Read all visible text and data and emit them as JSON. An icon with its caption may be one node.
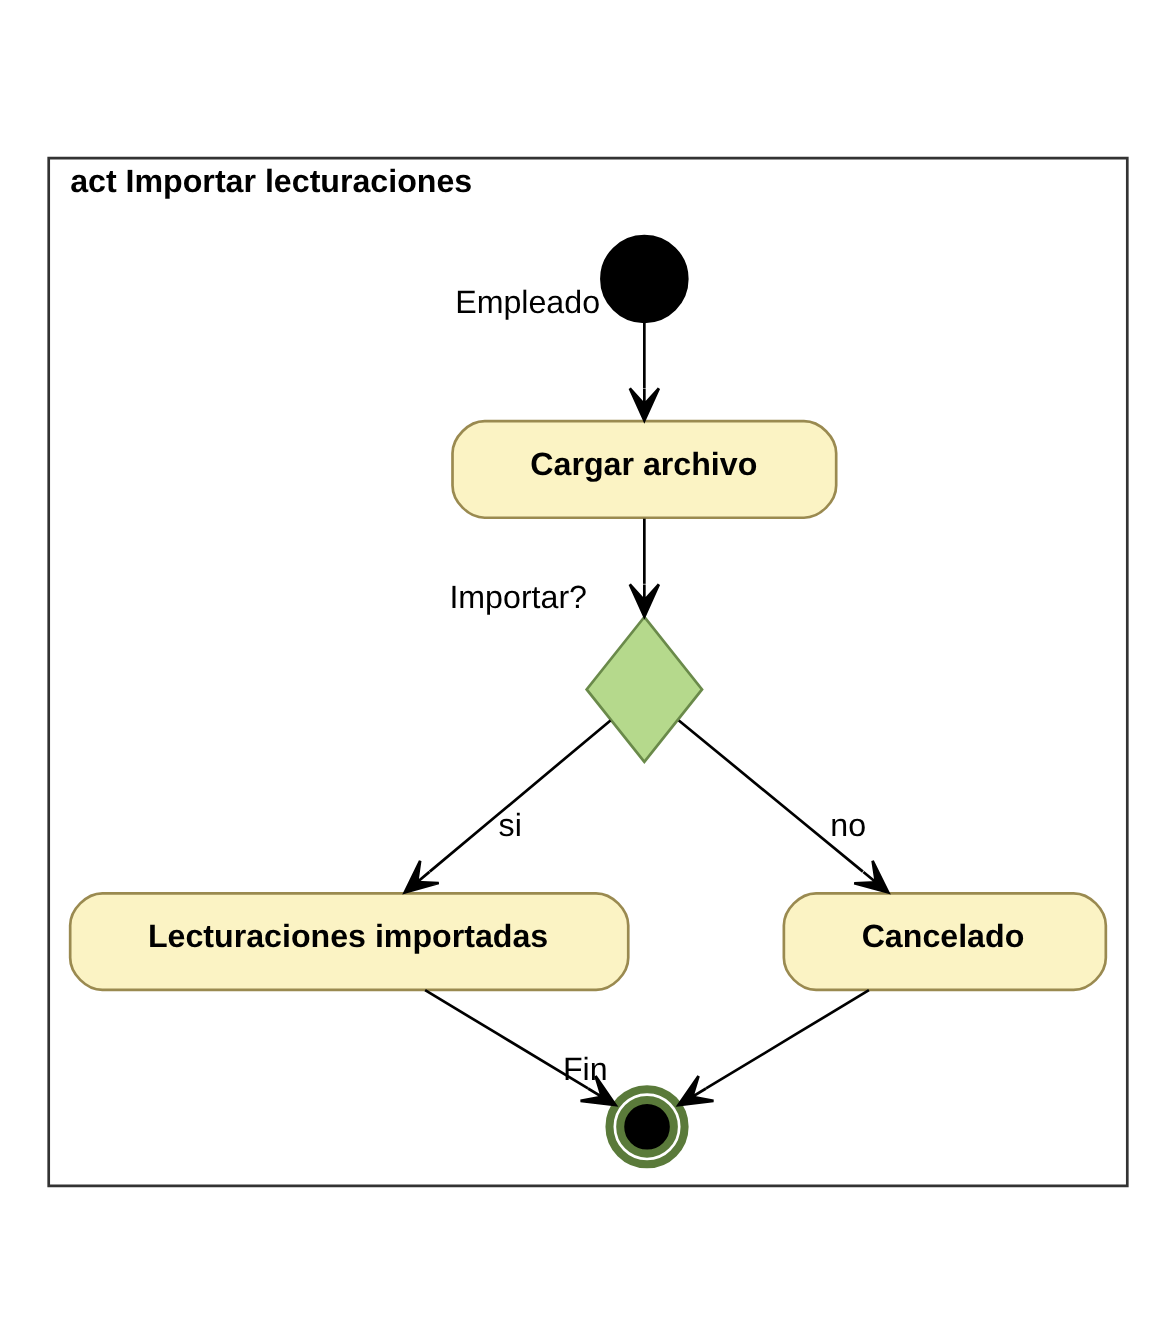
{
  "diagram": {
    "nodes": [
      {
        "text": [
          "act Importar lecturaciones"
        ]
      },
      {
        "text": [],
        "shape": "circle",
        "in": 0,
        "beside": [
          "Empleado"
        ]
      },
      {
        "text": [
          "Cargar archivo"
        ],
        "in": 0
      },
      {
        "text": [],
        "shape": "diamond",
        "in": 0,
        "beside": [
          "Importar?"
        ]
      },
      {
        "text": [
          "Lecturaciones importadas"
        ],
        "in": 0
      },
      {
        "text": [
          "Cancelado"
        ],
        "in": 0
      },
      {
        "text": [],
        "shape": "circle",
        "in": 0,
        "beside": [
          "Fin"
        ]
      }
    ],
    "edges": [
      {
        "from": 1,
        "to": 2,
        "arrow": "to"
      },
      {
        "from": 2,
        "to": 3,
        "arrow": "to"
      },
      {
        "from": 3,
        "to": 4,
        "arrow": "to",
        "label": "si"
      },
      {
        "from": 3,
        "to": 5,
        "arrow": "to",
        "label": "no"
      },
      {
        "from": 4,
        "to": 6,
        "arrow": "to"
      },
      {
        "from": 5,
        "to": 6,
        "arrow": "to"
      }
    ]
  }
}
